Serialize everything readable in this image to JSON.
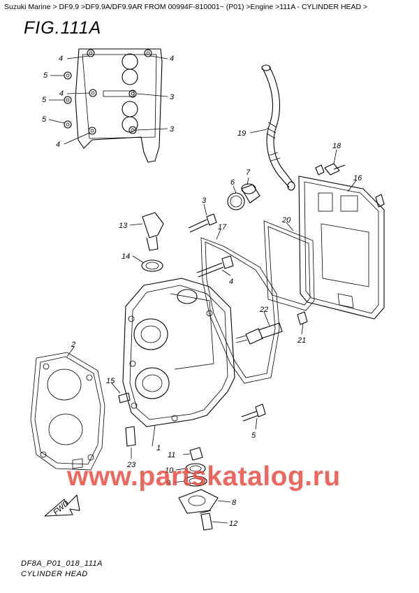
{
  "breadcrumb": "Suzuki Marine > DF9.9 >DF9.9A/DF9.9AR FROM 00994F-810001~ (P01) >Engine >111A - CYLINDER HEAD >",
  "figure_title": "FIG.111A",
  "callouts": {
    "c4a": "4",
    "c4b": "4",
    "c5a": "5",
    "c4c": "4",
    "c3a": "3",
    "c5b": "5",
    "c5c": "5",
    "c3b": "3",
    "c4d": "4",
    "c19": "19",
    "c18": "18",
    "c7": "7",
    "c6": "6",
    "c16": "16",
    "c3c": "3",
    "c13": "13",
    "c17": "17",
    "c20": "20",
    "c14": "14",
    "c4e": "4",
    "c22": "22",
    "c21": "21",
    "c2": "2",
    "c15": "15",
    "c1": "1",
    "c5d": "5",
    "c11": "11",
    "c23": "23",
    "c10": "10",
    "c9": "9",
    "c8": "8",
    "c12": "12"
  },
  "fwd_label": "FWD",
  "watermark": "www.partskatalog.ru",
  "footer": {
    "code": "DF8A_P01_018_111A",
    "name": "CYLINDER HEAD"
  },
  "colors": {
    "watermark": "#e8483d",
    "ink": "#000000"
  }
}
